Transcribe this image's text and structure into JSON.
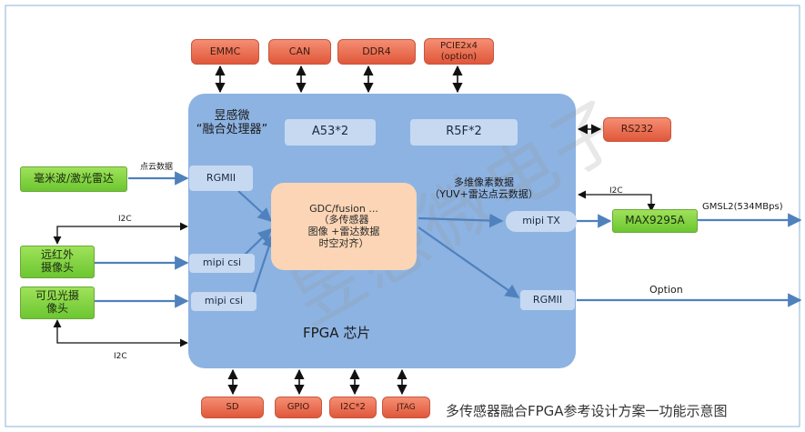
{
  "diagram": {
    "caption": "多传感器融合FPGA参考设计方案一功能示意图",
    "watermark": "昱感微电子",
    "fpga": {
      "title": "昱感微\n“融合处理器”",
      "label": "FPGA 芯片",
      "cores": [
        "A53*2",
        "R5F*2"
      ],
      "core_label": "GDC/fusion ...\n（多传感器\n图像 +雷达数据\n时空对齐）",
      "ports": {
        "rgmii_in": "RGMII",
        "mipi_csi_1": "mipi csi",
        "mipi_csi_2": "mipi csi",
        "mipi_tx": "mipi TX",
        "rgmii_out": "RGMII"
      }
    },
    "top_interfaces": [
      "EMMC",
      "CAN",
      "DDR4",
      "PCIE2x4\n(option)"
    ],
    "bottom_interfaces": [
      "SD",
      "GPIO",
      "I2C*2",
      "JTAG"
    ],
    "right_interfaces": {
      "rs232": "RS232",
      "serializer": "MAX9295A",
      "gmsl": "GMSL2(534MBps)",
      "option": "Option",
      "i2c": "I2C"
    },
    "sensors": {
      "radar": "毫米波/激光雷达",
      "infrared": "远红外\n摄像头",
      "visible": "可见光摄\n像头"
    },
    "links": {
      "point_cloud": "点云数据",
      "multi_pixel": "多维像素数据\n（YUV+雷达点云数据）",
      "i2c_top": "I2C",
      "i2c_bottom": "I2C"
    },
    "colors": {
      "fpga_fill": "#8db3e2",
      "orange_block": "#e8694b",
      "green_block": "#7fd13f",
      "port_fill": "#c6d9f1",
      "core_fill": "#fbd5b5",
      "arrow_blue": "#4f81bd"
    }
  }
}
